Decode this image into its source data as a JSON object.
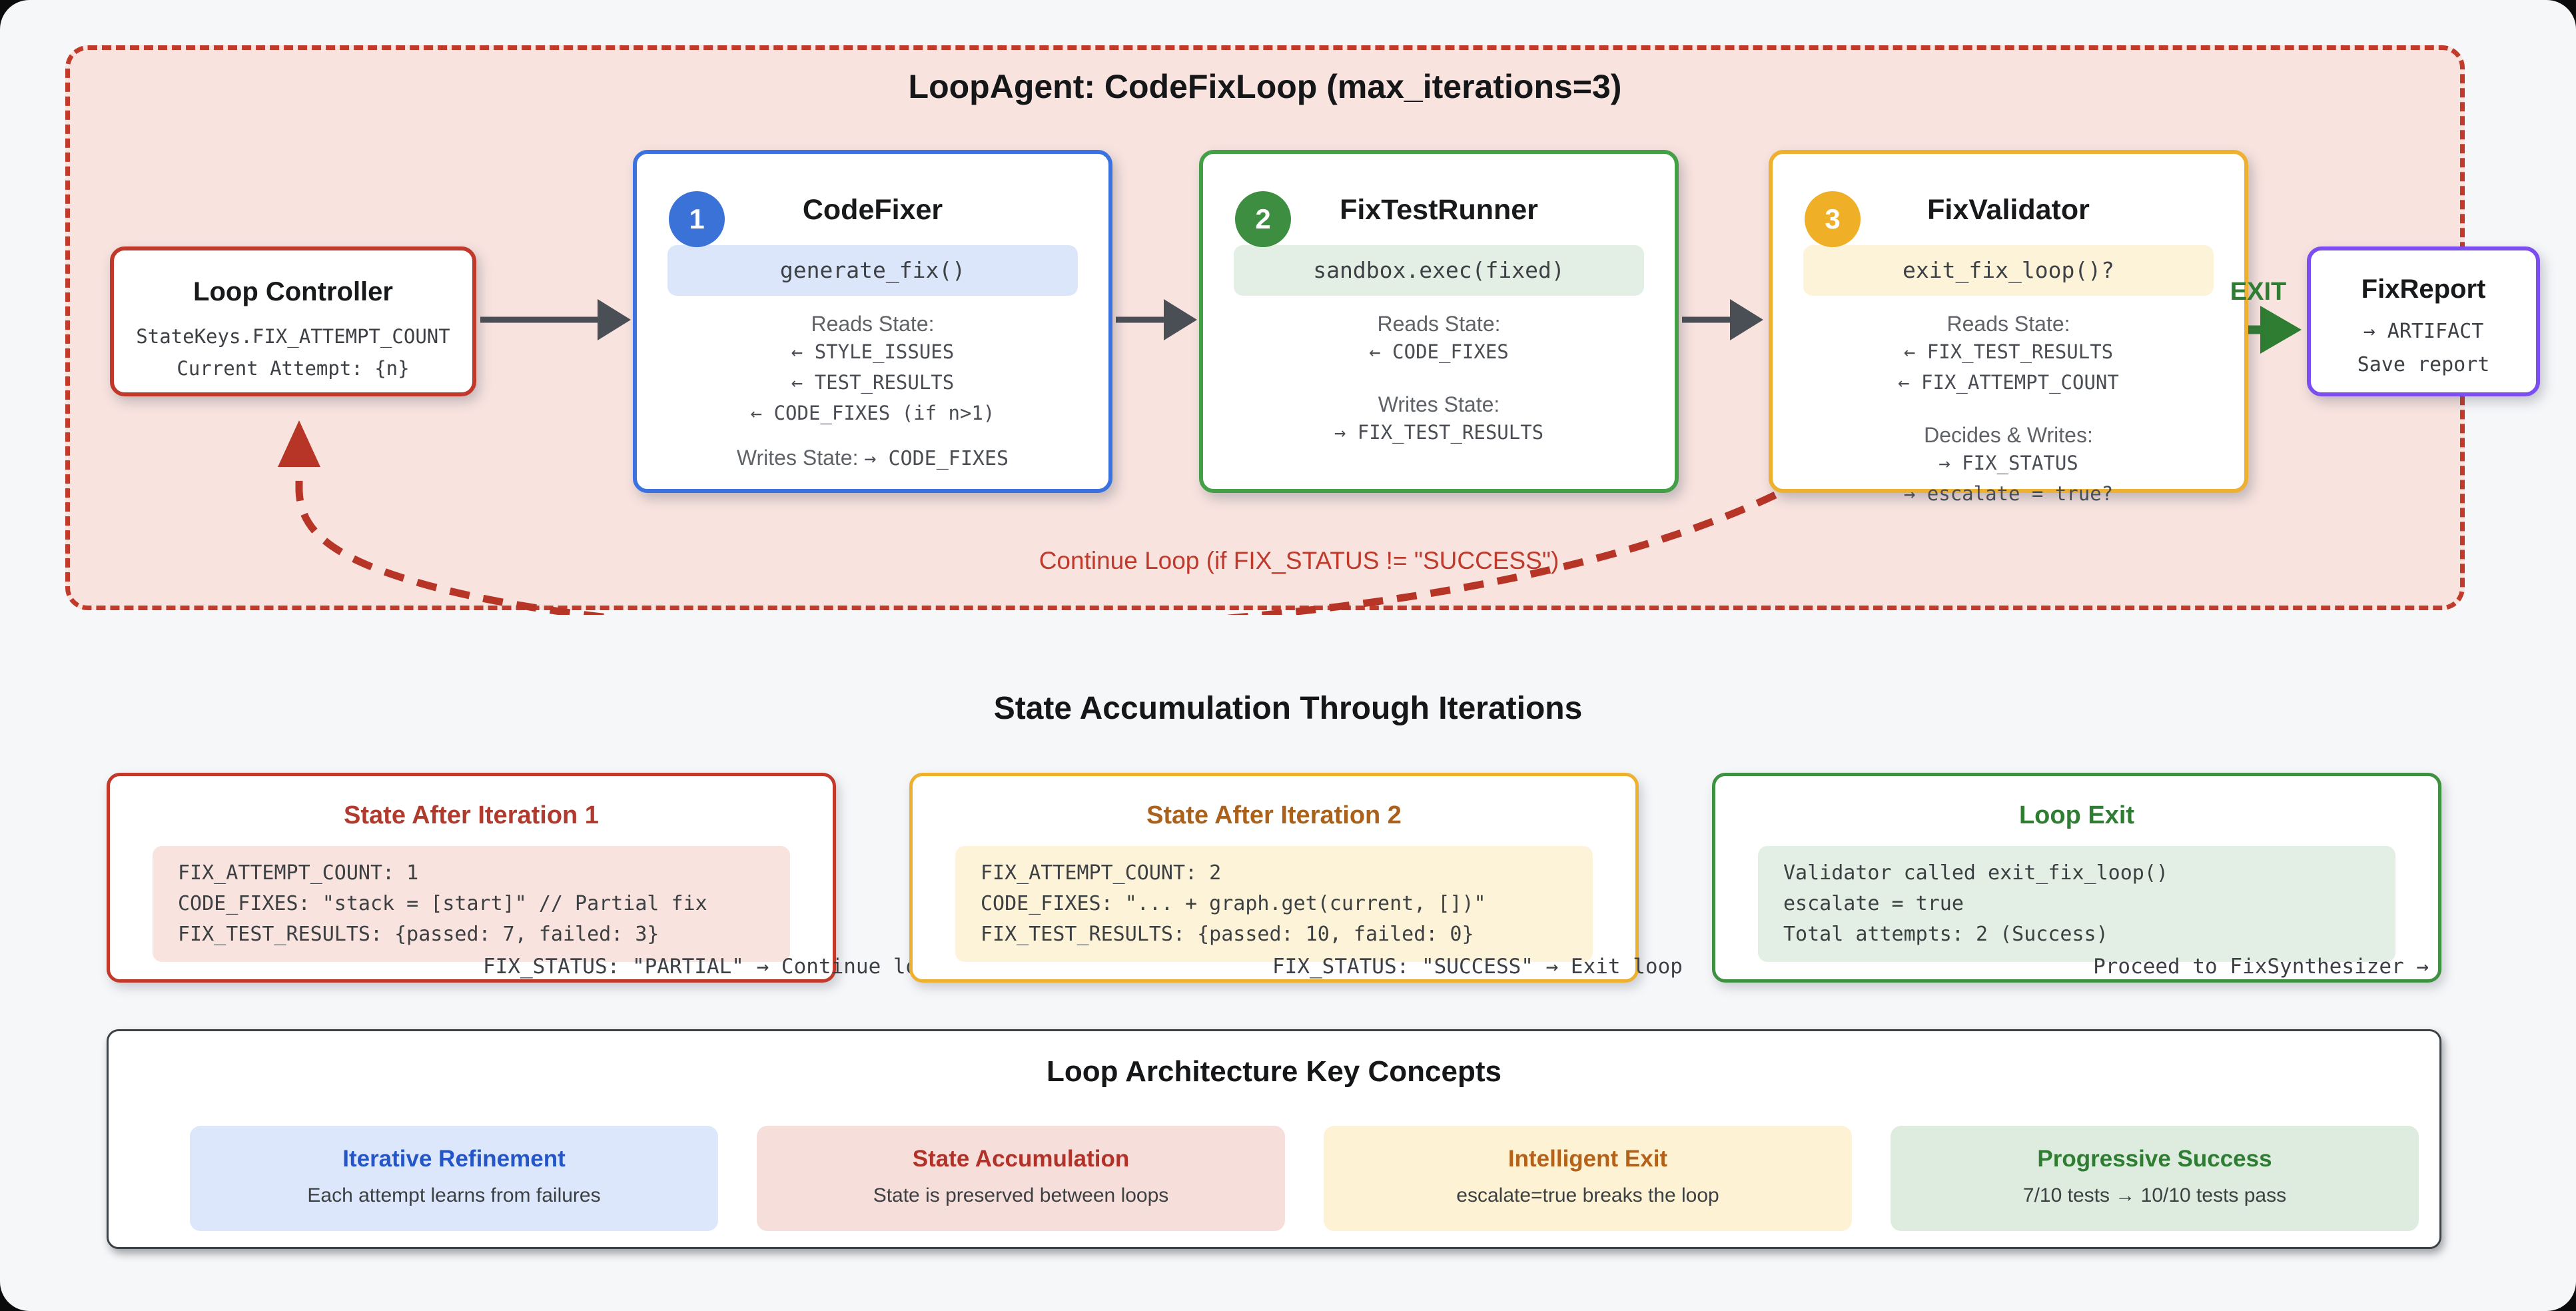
{
  "loop_container": {
    "title": "LoopAgent: CodeFixLoop (max_iterations=3)",
    "continue_label": "Continue Loop (if FIX_STATUS != \"SUCCESS\")",
    "exit_label": "EXIT"
  },
  "loop_controller": {
    "title": "Loop Controller",
    "lines": [
      "StateKeys.FIX_ATTEMPT_COUNT",
      "Current Attempt: {n}"
    ]
  },
  "agents": [
    {
      "badge": "1",
      "title": "CodeFixer",
      "pill": "generate_fix()",
      "reads_label": "Reads State:",
      "reads": [
        "← STYLE_ISSUES",
        "← TEST_RESULTS",
        "← CODE_FIXES (if n>1)"
      ],
      "writes_label": "Writes State:",
      "writes_value": "→ CODE_FIXES"
    },
    {
      "badge": "2",
      "title": "FixTestRunner",
      "pill": "sandbox.exec(fixed)",
      "reads_label": "Reads State:",
      "reads": [
        "← CODE_FIXES"
      ],
      "writes_label": "Writes State:",
      "writes": [
        "→ FIX_TEST_RESULTS"
      ]
    },
    {
      "badge": "3",
      "title": "FixValidator",
      "pill": "exit_fix_loop()?",
      "reads_label": "Reads State:",
      "reads": [
        "← FIX_TEST_RESULTS",
        "← FIX_ATTEMPT_COUNT"
      ],
      "writes_label": "Decides & Writes:",
      "writes": [
        "→ FIX_STATUS",
        "→ escalate = true?"
      ]
    }
  ],
  "fix_report": {
    "title": "FixReport",
    "lines": [
      "→ ARTIFACT",
      "Save report"
    ]
  },
  "state_section": {
    "title": "State Accumulation Through Iterations",
    "boxes": [
      {
        "title": "State After Iteration 1",
        "code": [
          "FIX_ATTEMPT_COUNT: 1",
          "CODE_FIXES: \"stack = [start]\" // Partial fix",
          "FIX_TEST_RESULTS: {passed: 7, failed: 3}"
        ],
        "footer": "FIX_STATUS: \"PARTIAL\" → Continue loop"
      },
      {
        "title": "State After Iteration 2",
        "code": [
          "FIX_ATTEMPT_COUNT: 2",
          "CODE_FIXES: \"... + graph.get(current, [])\"",
          "FIX_TEST_RESULTS: {passed: 10, failed: 0}"
        ],
        "footer": "FIX_STATUS: \"SUCCESS\" → Exit loop"
      },
      {
        "title": "Loop Exit",
        "code": [
          "Validator called exit_fix_loop()",
          "escalate = true",
          "Total attempts: 2 (Success)"
        ],
        "footer": "Proceed to FixSynthesizer →"
      }
    ]
  },
  "concepts": {
    "title": "Loop Architecture Key Concepts",
    "cards": [
      {
        "title": "Iterative Refinement",
        "subtitle": "Each attempt learns from failures"
      },
      {
        "title": "State Accumulation",
        "subtitle": "State is preserved between loops"
      },
      {
        "title": "Intelligent Exit",
        "subtitle": "escalate=true breaks the loop"
      },
      {
        "title": "Progressive Success",
        "subtitle": "7/10 tests → 10/10 tests pass"
      }
    ]
  },
  "colors": {
    "loop_bg": "#f8e3df",
    "loop_border_red": "#c23a2a",
    "blue": "#3b72e0",
    "green": "#43a047",
    "amber": "#eeb02f",
    "purple": "#7c4def",
    "arrow_gray": "#4a4f55",
    "exit_green": "#2e7d32",
    "return_red": "#b73527"
  }
}
